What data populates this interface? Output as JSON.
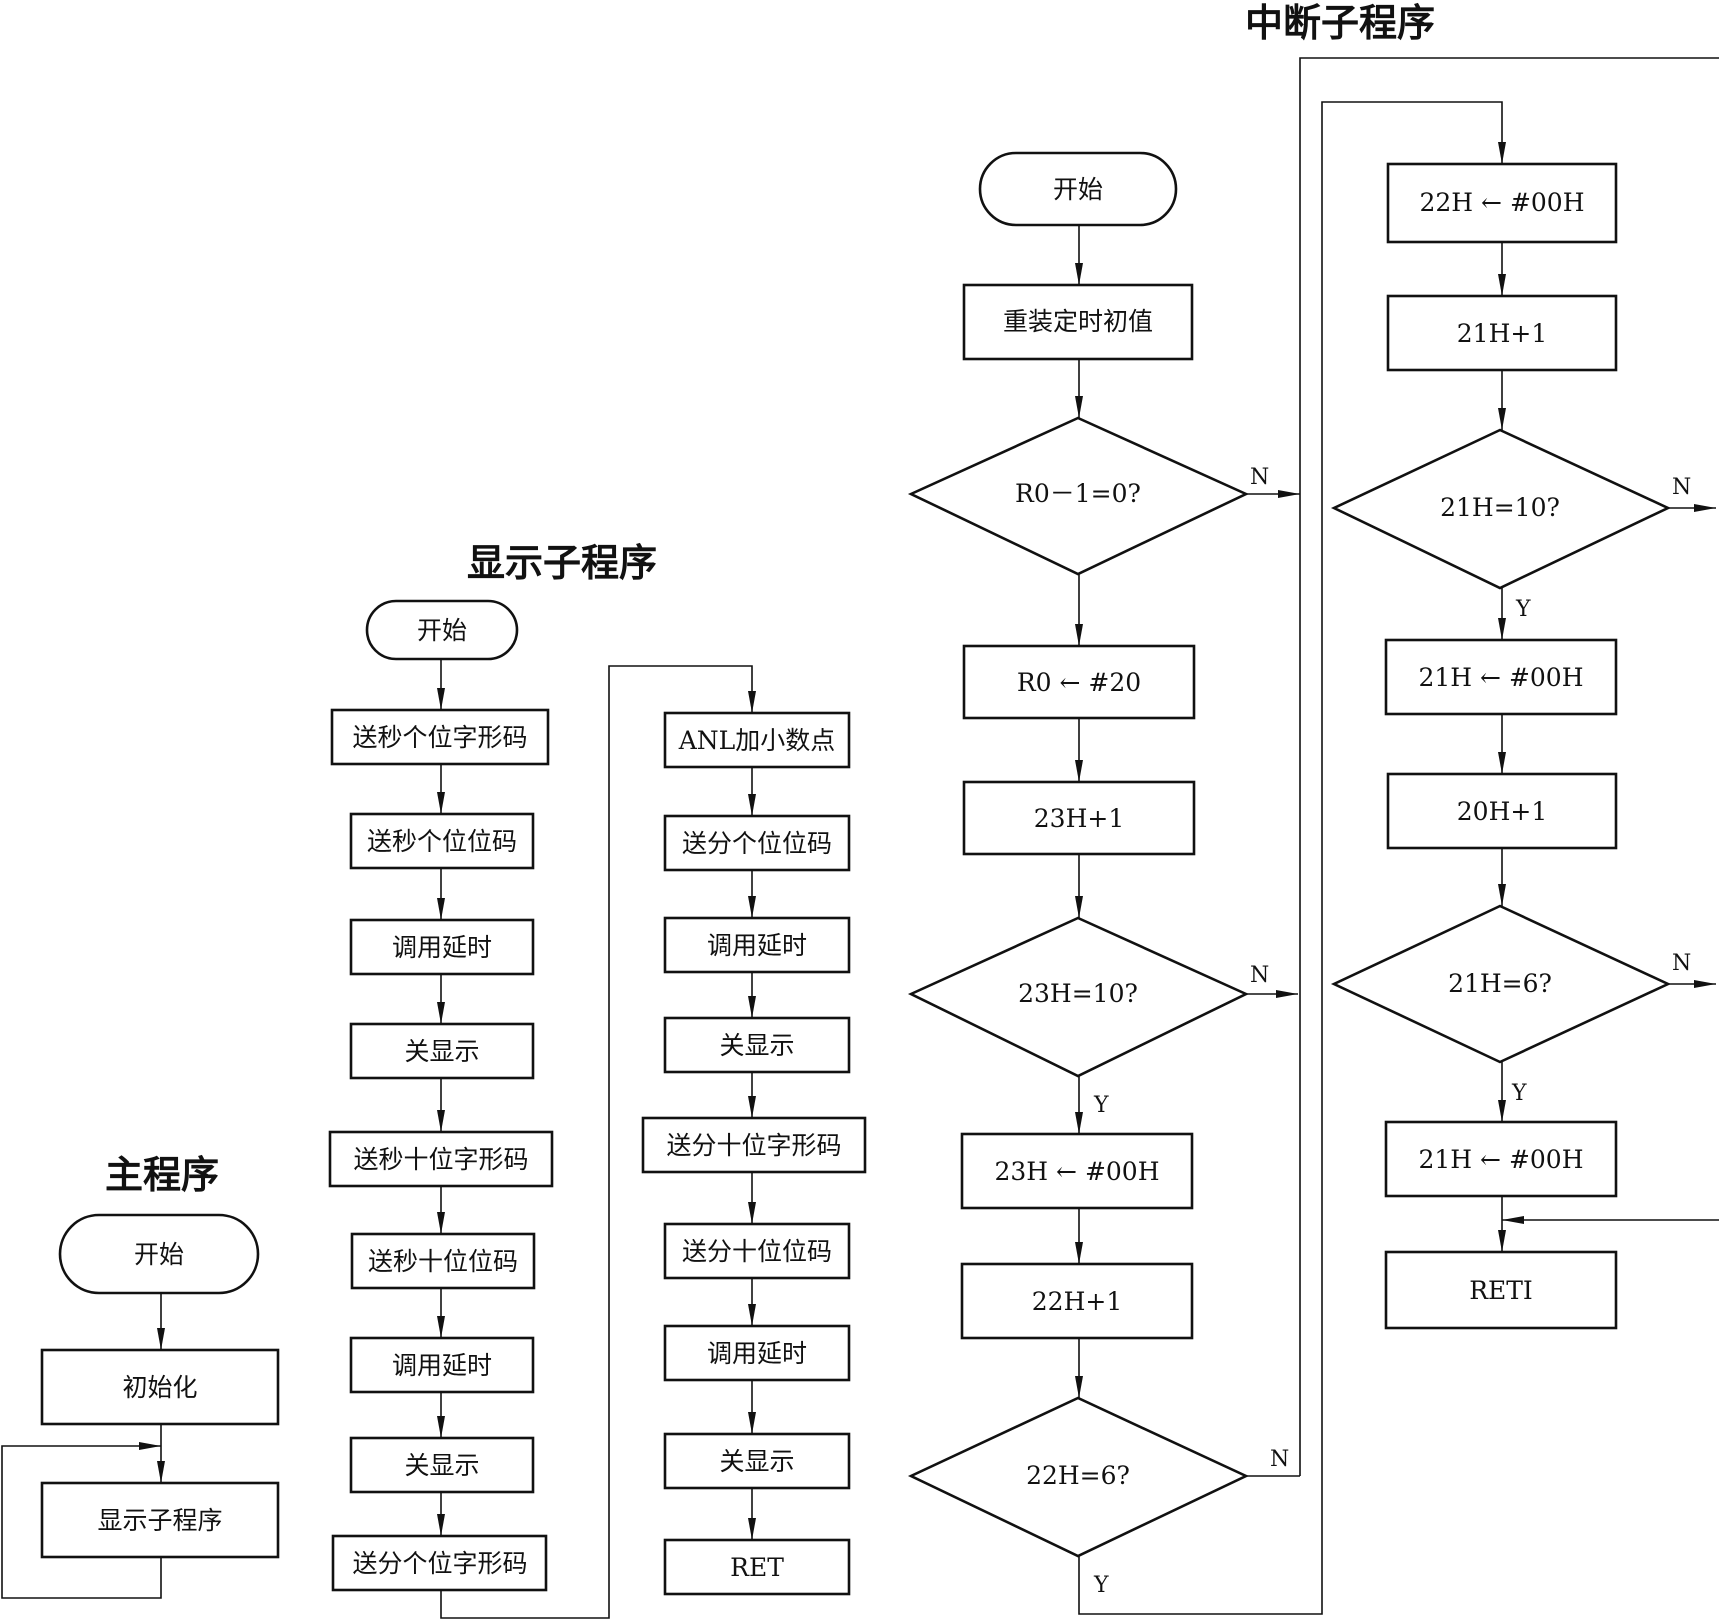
{
  "titles": {
    "main": "主程序",
    "display": "显示子程序",
    "interrupt": "中断子程序"
  },
  "branch": {
    "yes": "Y",
    "no": "N"
  },
  "main": {
    "start": "开始",
    "init": "初始化",
    "call_display": "显示子程序"
  },
  "display": {
    "start": "开始",
    "steps": [
      "送秒个位字形码",
      "送秒个位位码",
      "调用延时",
      "关显示",
      "送秒十位字形码",
      "送秒十位位码",
      "调用延时",
      "关显示",
      "送分个位字形码",
      "ANL加小数点",
      "送分个位位码",
      "调用延时",
      "关显示",
      "送分十位字形码",
      "送分十位位码",
      "调用延时",
      "关显示",
      "RET"
    ]
  },
  "interrupt": {
    "start": "开始",
    "reload": "重装定时初值",
    "d_r0": "R0－1=0?",
    "set_r0": "R0 ← #20",
    "inc_23": "23H+1",
    "d_23": "23H=10?",
    "clr_23": "23H ← #00H",
    "inc_22": "22H+1",
    "d_22": "22H=6?",
    "clr_22": "22H ← #00H",
    "inc_21": "21H+1",
    "d_21a": "21H=10?",
    "clr_21a": "21H ← #00H",
    "inc_20": "20H+1",
    "d_21b": "21H=6?",
    "clr_21b": "21H ← #00H",
    "reti": "RETI"
  }
}
